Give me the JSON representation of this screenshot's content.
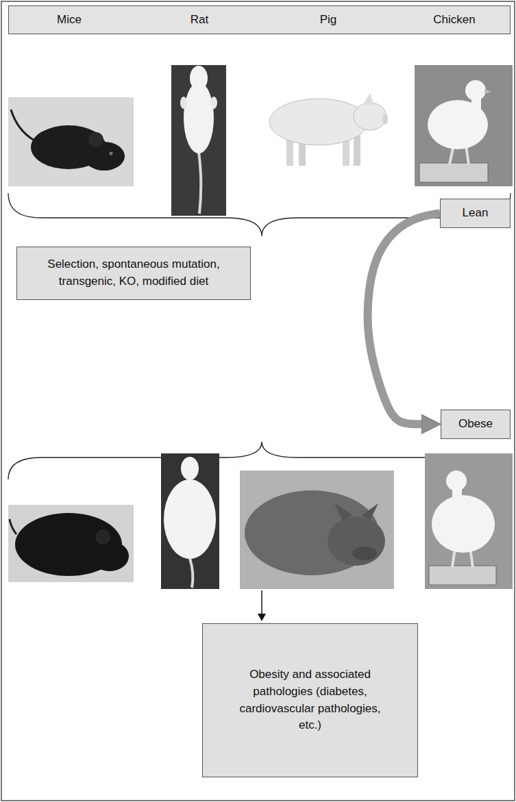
{
  "diagram": {
    "nodes": [
      {
        "text": [
          "Mice",
          "Rat",
          "Pig",
          "Chicken"
        ]
      },
      {
        "text": [
          "Lean"
        ]
      },
      {
        "text": [
          "Selection, spontaneous mutation, transgenic, KO, modified diet"
        ]
      },
      {
        "text": [
          "Obese"
        ]
      },
      {
        "text": [
          "Obesity and associated pathologies (diabetes, cardiovascular pathologies, etc.)"
        ]
      }
    ],
    "edges": [
      {
        "from": 1,
        "to": 3,
        "arrow": "to"
      }
    ]
  }
}
